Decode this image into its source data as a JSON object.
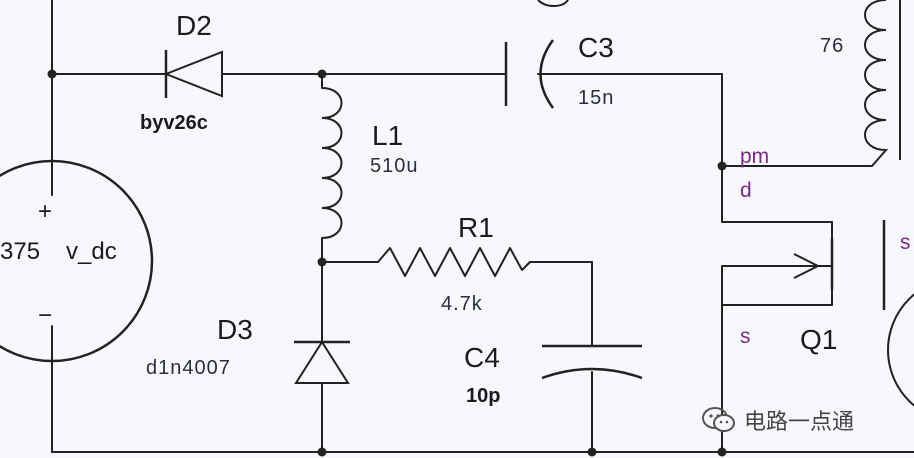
{
  "components": {
    "d2": {
      "ref": "D2",
      "value": "byv26c"
    },
    "c3": {
      "ref": "C3",
      "value": "15n"
    },
    "l1": {
      "ref": "L1",
      "value": "510u"
    },
    "r1": {
      "ref": "R1",
      "value": "4.7k"
    },
    "d3": {
      "ref": "D3",
      "value": "d1n4007"
    },
    "c4": {
      "ref": "C4",
      "value": "10p"
    },
    "q1": {
      "ref": "Q1"
    },
    "transformer": {
      "value": "76"
    },
    "source": {
      "value_partial": "375",
      "name": "v_dc",
      "plus": "+",
      "minus": "−"
    }
  },
  "nodes": {
    "pm": "pm",
    "drain": "d",
    "source_pin": "s",
    "s_cut": "s"
  },
  "watermark": {
    "text": "电路一点通",
    "icon": "wechat-icon"
  }
}
